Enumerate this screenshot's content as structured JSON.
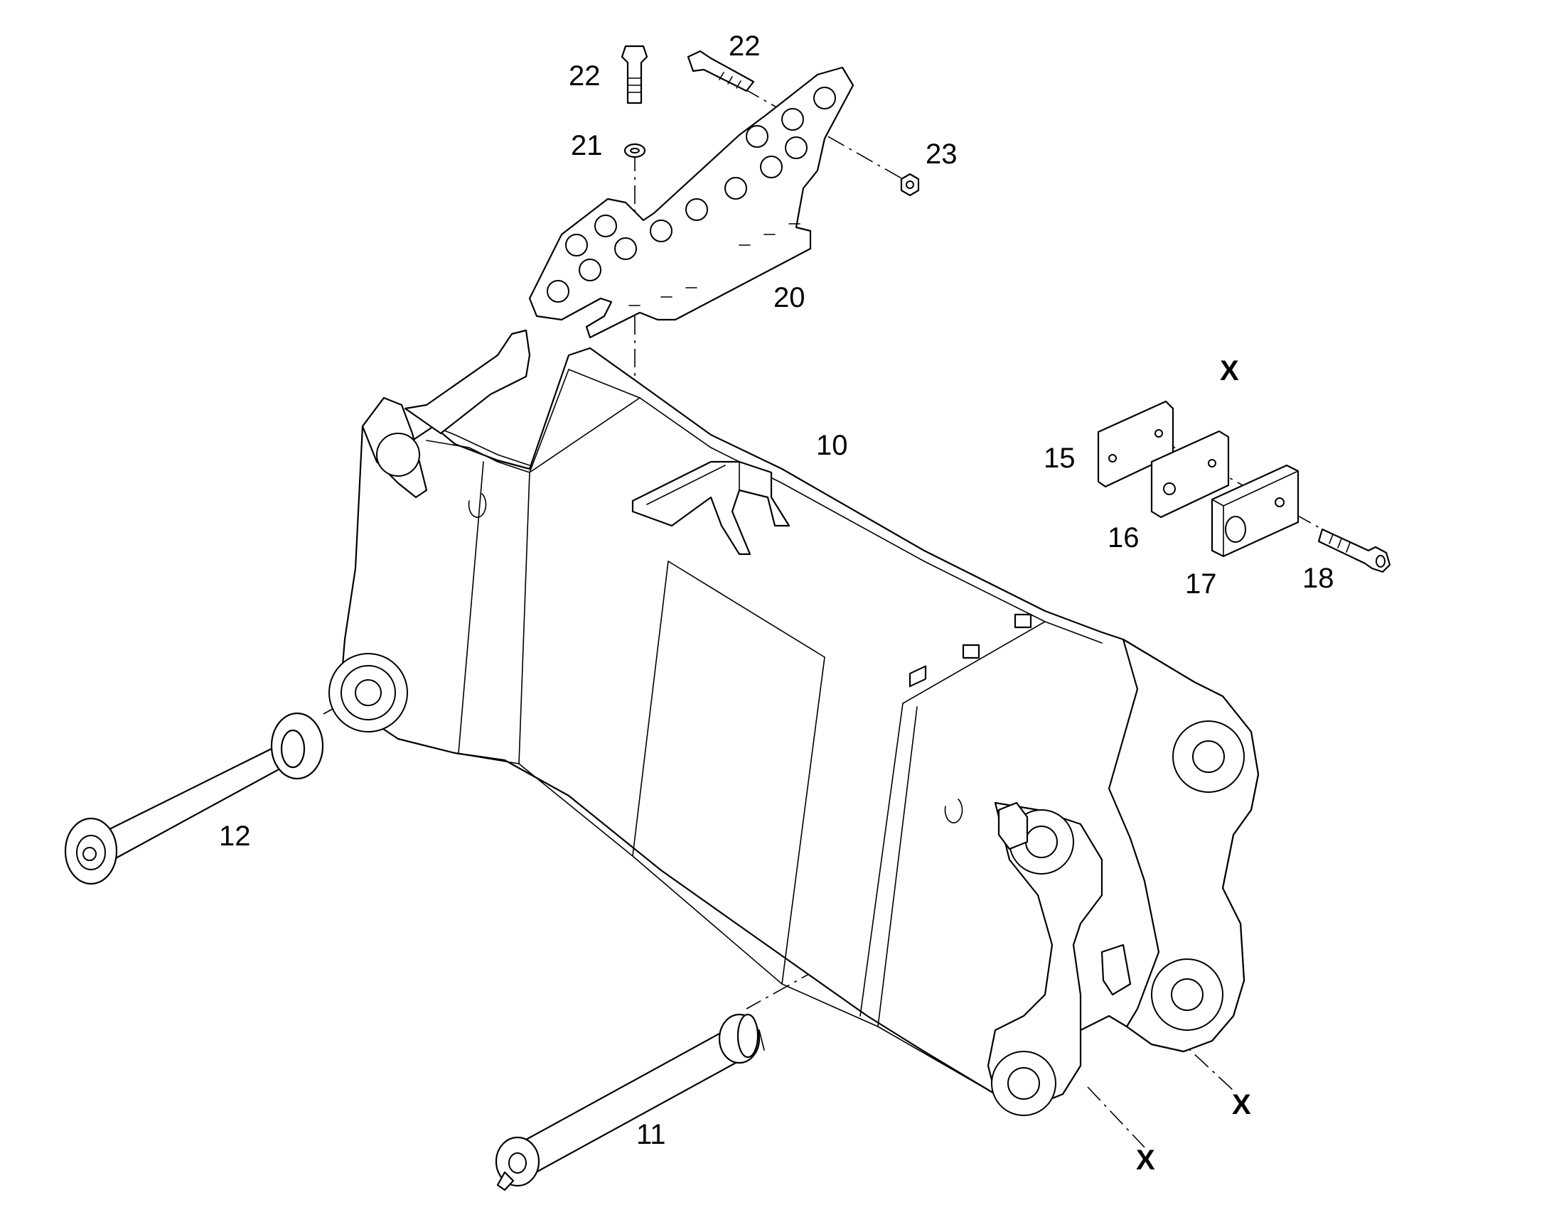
{
  "callouts": {
    "c10": "10",
    "c11": "11",
    "c12": "12",
    "c15": "15",
    "c16": "16",
    "c17": "17",
    "c18": "18",
    "c20": "20",
    "c21": "21",
    "c22a": "22",
    "c22b": "22",
    "c23": "23"
  },
  "detail_markers": {
    "x_top": "X",
    "x_right": "X",
    "x_bottom": "X"
  },
  "colors": {
    "line": "#000000",
    "background": "#ffffff"
  }
}
